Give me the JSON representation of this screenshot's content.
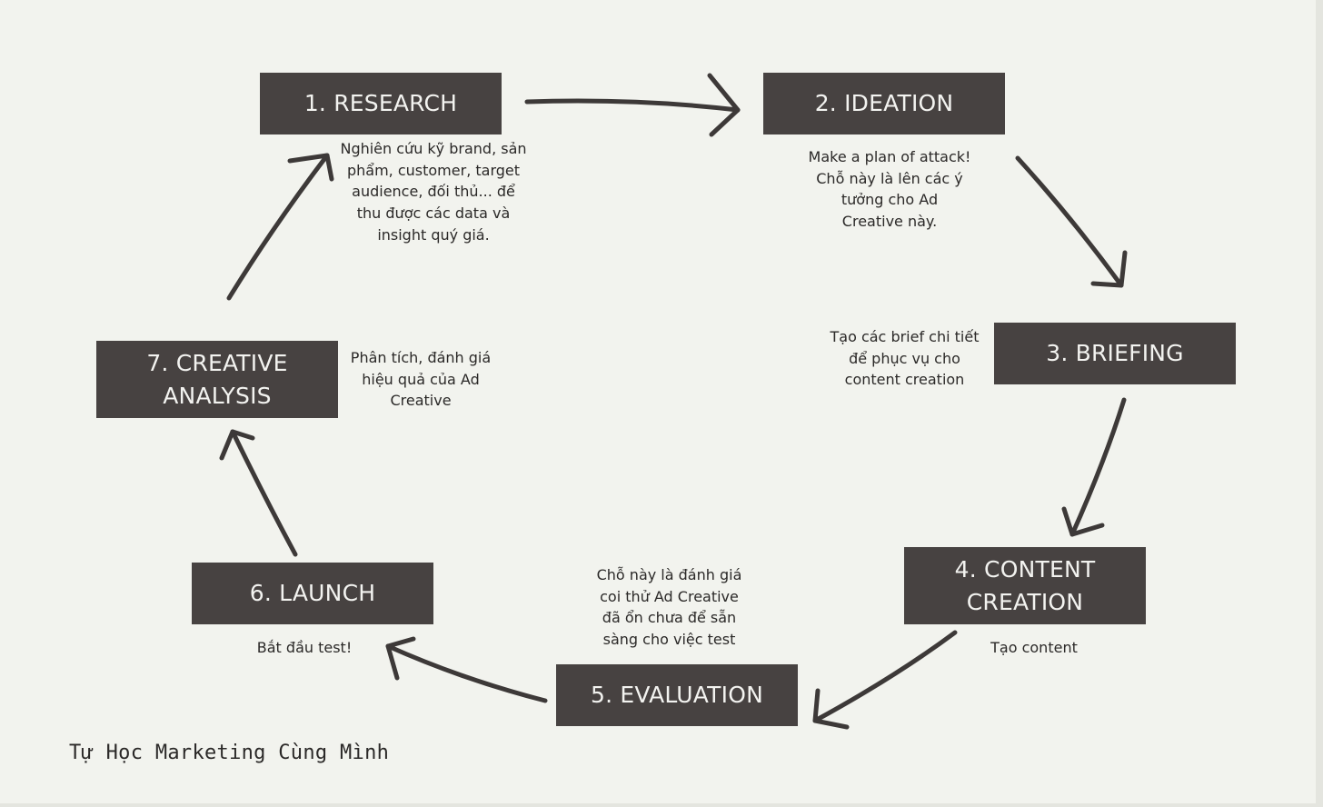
{
  "steps": [
    {
      "id": "research",
      "title": "1. RESEARCH",
      "note": "Nghiên cứu kỹ brand, sản\nphẩm, customer, target\naudience, đối thủ... để\nthu được các data và\ninsight quý giá."
    },
    {
      "id": "ideation",
      "title": "2. IDEATION",
      "note": "Make a plan of attack!\nChỗ này là lên các ý\ntưởng cho Ad\nCreative này."
    },
    {
      "id": "briefing",
      "title": "3. BRIEFING",
      "note": "Tạo các brief chi tiết\nđể phục vụ cho\ncontent creation"
    },
    {
      "id": "content-creation",
      "title": "4. CONTENT\nCREATION",
      "note": "Tạo content"
    },
    {
      "id": "evaluation",
      "title": "5. EVALUATION",
      "note": "Chỗ này là đánh giá\ncoi thử Ad Creative\nđã ổn chưa để sẵn\nsàng cho việc test"
    },
    {
      "id": "launch",
      "title": "6. LAUNCH",
      "note": "Bắt đầu test!"
    },
    {
      "id": "creative-analysis",
      "title": "7. CREATIVE\nANALYSIS",
      "note": "Phân tích, đánh giá\nhiệu quả của Ad\nCreative"
    }
  ],
  "footer": "Tự Học Marketing Cùng Mình",
  "colors": {
    "background": "#f2f3ee",
    "box": "#474241",
    "box_text": "#f3f3f0",
    "text": "#2b2928",
    "arrow": "#3d3938"
  }
}
